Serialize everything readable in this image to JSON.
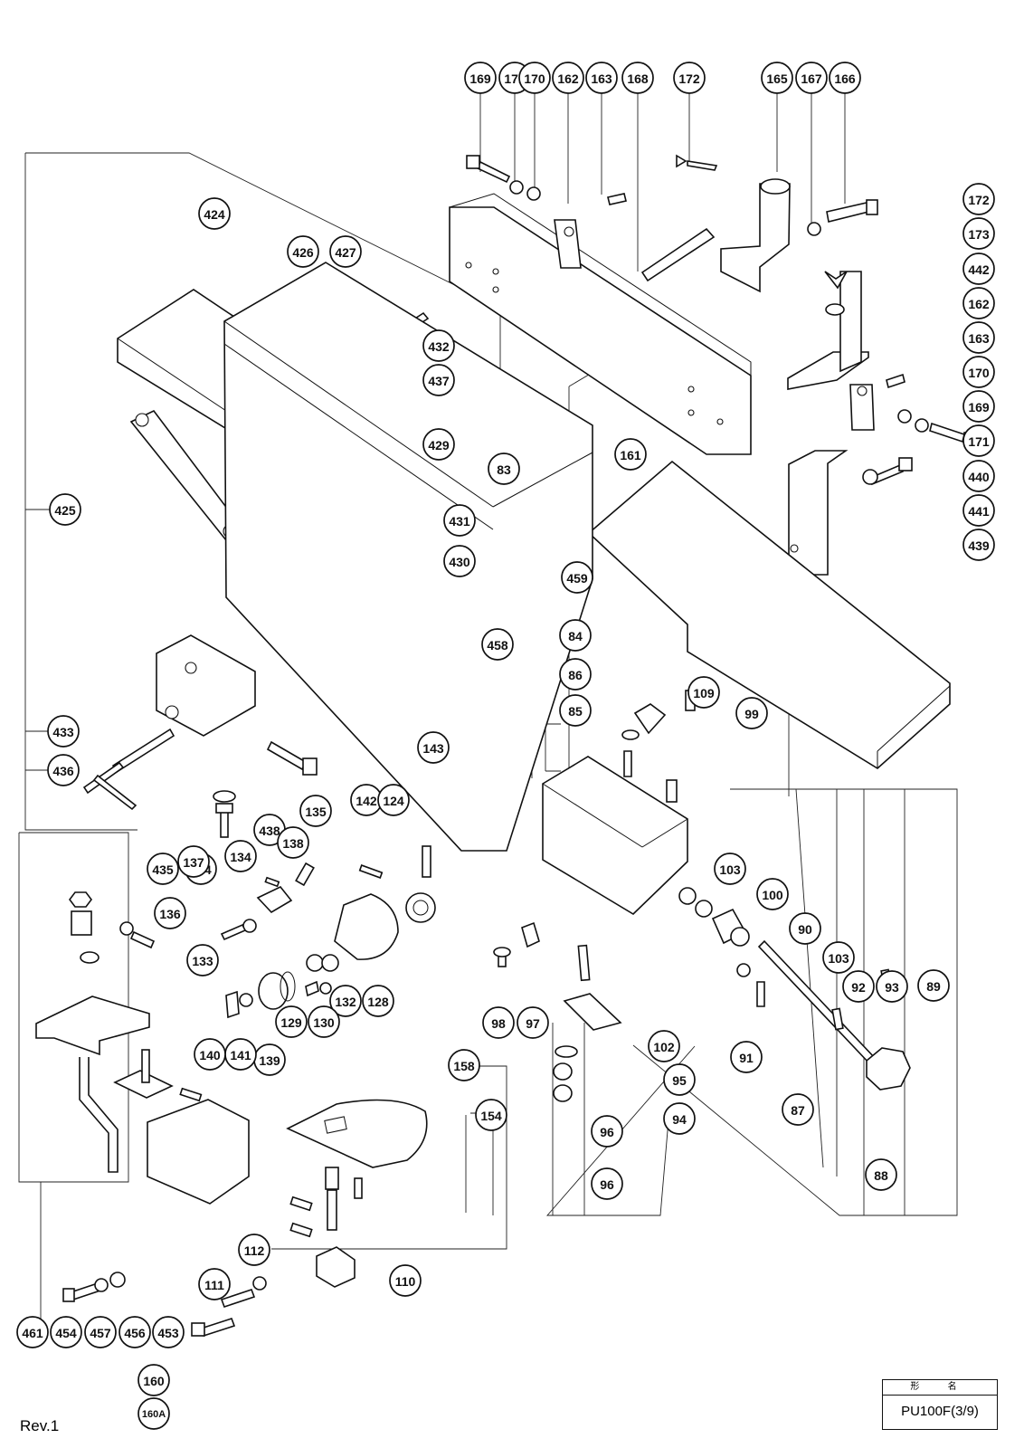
{
  "document": {
    "revision": "Rev.1",
    "model_label": "形 名",
    "model": "PU100F(3/9)"
  },
  "callouts": [
    {
      "id": "169",
      "label": "169"
    },
    {
      "id": "171",
      "label": "171"
    },
    {
      "id": "170",
      "label": "170"
    },
    {
      "id": "162",
      "label": "162"
    },
    {
      "id": "163",
      "label": "163"
    },
    {
      "id": "168",
      "label": "168"
    },
    {
      "id": "172",
      "label": "172"
    },
    {
      "id": "165",
      "label": "165"
    },
    {
      "id": "167",
      "label": "167"
    },
    {
      "id": "166",
      "label": "166"
    },
    {
      "id": "172b",
      "label": "172"
    },
    {
      "id": "173",
      "label": "173"
    },
    {
      "id": "442",
      "label": "442"
    },
    {
      "id": "162b",
      "label": "162"
    },
    {
      "id": "163b",
      "label": "163"
    },
    {
      "id": "170b",
      "label": "170"
    },
    {
      "id": "169b",
      "label": "169"
    },
    {
      "id": "171b",
      "label": "171"
    },
    {
      "id": "440",
      "label": "440"
    },
    {
      "id": "441",
      "label": "441"
    },
    {
      "id": "439",
      "label": "439"
    },
    {
      "id": "161",
      "label": "161"
    },
    {
      "id": "424",
      "label": "424"
    },
    {
      "id": "426",
      "label": "426"
    },
    {
      "id": "427",
      "label": "427"
    },
    {
      "id": "432",
      "label": "432"
    },
    {
      "id": "437",
      "label": "437"
    },
    {
      "id": "429",
      "label": "429"
    },
    {
      "id": "83",
      "label": "83"
    },
    {
      "id": "425",
      "label": "425"
    },
    {
      "id": "431",
      "label": "431"
    },
    {
      "id": "430",
      "label": "430"
    },
    {
      "id": "459",
      "label": "459"
    },
    {
      "id": "458",
      "label": "458"
    },
    {
      "id": "84",
      "label": "84"
    },
    {
      "id": "86",
      "label": "86"
    },
    {
      "id": "85",
      "label": "85"
    },
    {
      "id": "109",
      "label": "109"
    },
    {
      "id": "99",
      "label": "99"
    },
    {
      "id": "433",
      "label": "433"
    },
    {
      "id": "436",
      "label": "436"
    },
    {
      "id": "438",
      "label": "438"
    },
    {
      "id": "435",
      "label": "435"
    },
    {
      "id": "434",
      "label": "434"
    },
    {
      "id": "143",
      "label": "143"
    },
    {
      "id": "142",
      "label": "142"
    },
    {
      "id": "124",
      "label": "124"
    },
    {
      "id": "135",
      "label": "135"
    },
    {
      "id": "138",
      "label": "138"
    },
    {
      "id": "134",
      "label": "134"
    },
    {
      "id": "137",
      "label": "137"
    },
    {
      "id": "136",
      "label": "136"
    },
    {
      "id": "133",
      "label": "133"
    },
    {
      "id": "132",
      "label": "132"
    },
    {
      "id": "128",
      "label": "128"
    },
    {
      "id": "130",
      "label": "130"
    },
    {
      "id": "129",
      "label": "129"
    },
    {
      "id": "139",
      "label": "139"
    },
    {
      "id": "141",
      "label": "141"
    },
    {
      "id": "140",
      "label": "140"
    },
    {
      "id": "103",
      "label": "103"
    },
    {
      "id": "100",
      "label": "100"
    },
    {
      "id": "90",
      "label": "90"
    },
    {
      "id": "103b",
      "label": "103"
    },
    {
      "id": "92",
      "label": "92"
    },
    {
      "id": "93",
      "label": "93"
    },
    {
      "id": "89",
      "label": "89"
    },
    {
      "id": "98",
      "label": "98"
    },
    {
      "id": "97",
      "label": "97"
    },
    {
      "id": "102",
      "label": "102"
    },
    {
      "id": "91",
      "label": "91"
    },
    {
      "id": "95",
      "label": "95"
    },
    {
      "id": "94",
      "label": "94"
    },
    {
      "id": "96",
      "label": "96"
    },
    {
      "id": "96b",
      "label": "96"
    },
    {
      "id": "87",
      "label": "87"
    },
    {
      "id": "88",
      "label": "88"
    },
    {
      "id": "158",
      "label": "158"
    },
    {
      "id": "154",
      "label": "154"
    },
    {
      "id": "110",
      "label": "110"
    },
    {
      "id": "111",
      "label": "111"
    },
    {
      "id": "112",
      "label": "112"
    },
    {
      "id": "461",
      "label": "461"
    },
    {
      "id": "454",
      "label": "454"
    },
    {
      "id": "457",
      "label": "457"
    },
    {
      "id": "456",
      "label": "456"
    },
    {
      "id": "453",
      "label": "453"
    },
    {
      "id": "160",
      "label": "160"
    },
    {
      "id": "160A",
      "label": "160A"
    }
  ]
}
